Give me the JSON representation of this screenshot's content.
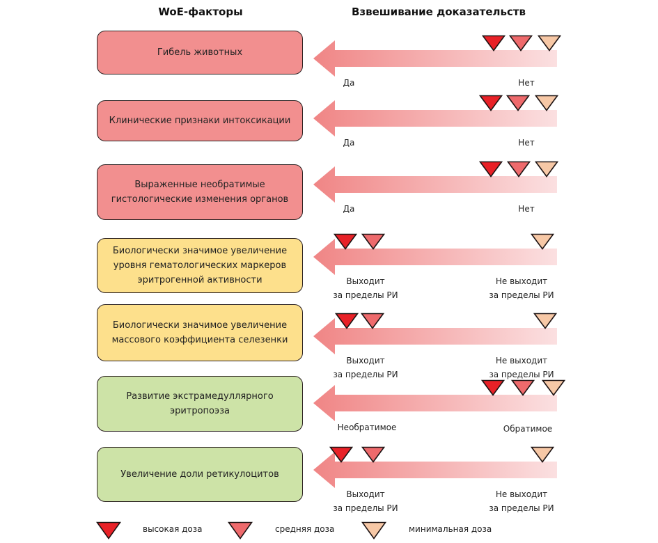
{
  "headers": {
    "factors": "WoE-факторы",
    "weighing": "Взвешивание доказательств"
  },
  "colors": {
    "factor_red": "#f28f8f",
    "factor_yellow": "#fde08c",
    "factor_green": "#cde3a7",
    "arrow_start": "#f08585",
    "arrow_end": "#fbe0e1",
    "high_dose": "#e82127",
    "medium_dose": "#ee6a6c",
    "minimal_dose": "#f7c8a6"
  },
  "rows": [
    {
      "factor": "Гибель животных",
      "color": "red",
      "left_label": "Да",
      "right_label": "Нет",
      "doses": [
        {
          "level": "high",
          "position": "right"
        },
        {
          "level": "medium",
          "position": "right"
        },
        {
          "level": "minimal",
          "position": "right"
        }
      ]
    },
    {
      "factor": "Клинические признаки интоксикации",
      "color": "red",
      "left_label": "Да",
      "right_label": "Нет",
      "doses": [
        {
          "level": "high",
          "position": "right"
        },
        {
          "level": "medium",
          "position": "right"
        },
        {
          "level": "minimal",
          "position": "right"
        }
      ]
    },
    {
      "factor": "Выраженные необратимые\nгистологические изменения органов",
      "color": "red",
      "left_label": "Да",
      "right_label": "Нет",
      "doses": [
        {
          "level": "high",
          "position": "right"
        },
        {
          "level": "medium",
          "position": "right"
        },
        {
          "level": "minimal",
          "position": "right"
        }
      ]
    },
    {
      "factor": "Биологически значимое увеличение\nуровня гематологических маркеров\nэритрогенной активности",
      "color": "yellow",
      "left_label": "Выходит\nза пределы РИ",
      "right_label": "Не выходит\nза пределы РИ",
      "doses": [
        {
          "level": "high",
          "position": "left"
        },
        {
          "level": "medium",
          "position": "left"
        },
        {
          "level": "minimal",
          "position": "right"
        }
      ]
    },
    {
      "factor": "Биологически значимое увеличение\nмассового коэффициента селезенки",
      "color": "yellow",
      "left_label": "Выходит\nза пределы РИ",
      "right_label": "Не выходит\nза пределы РИ",
      "doses": [
        {
          "level": "high",
          "position": "left"
        },
        {
          "level": "medium",
          "position": "left"
        },
        {
          "level": "minimal",
          "position": "right"
        }
      ]
    },
    {
      "factor": "Развитие экстрамедуллярного\nэритропоэза",
      "color": "green",
      "left_label": "Необратимое",
      "right_label": "Обратимое",
      "doses": [
        {
          "level": "high",
          "position": "right"
        },
        {
          "level": "medium",
          "position": "right"
        },
        {
          "level": "minimal",
          "position": "right"
        }
      ]
    },
    {
      "factor": "Увеличение доли ретикулоцитов",
      "color": "green",
      "left_label": "Выходит\nза пределы РИ",
      "right_label": "Не выходит\nза пределы РИ",
      "doses": [
        {
          "level": "high",
          "position": "left"
        },
        {
          "level": "medium",
          "position": "left"
        },
        {
          "level": "minimal",
          "position": "right"
        }
      ]
    }
  ],
  "legend": [
    {
      "level": "high",
      "label": "высокая доза"
    },
    {
      "level": "medium",
      "label": "средняя доза"
    },
    {
      "level": "minimal",
      "label": "минимальная доза"
    }
  ]
}
